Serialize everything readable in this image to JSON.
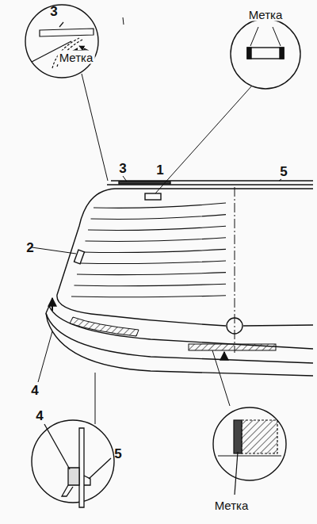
{
  "diagram": {
    "labels": [
      "3",
      "Метка",
      "Метка",
      "3",
      "1",
      "5",
      "2",
      "4",
      "4",
      "5",
      "Метка"
    ]
  }
}
